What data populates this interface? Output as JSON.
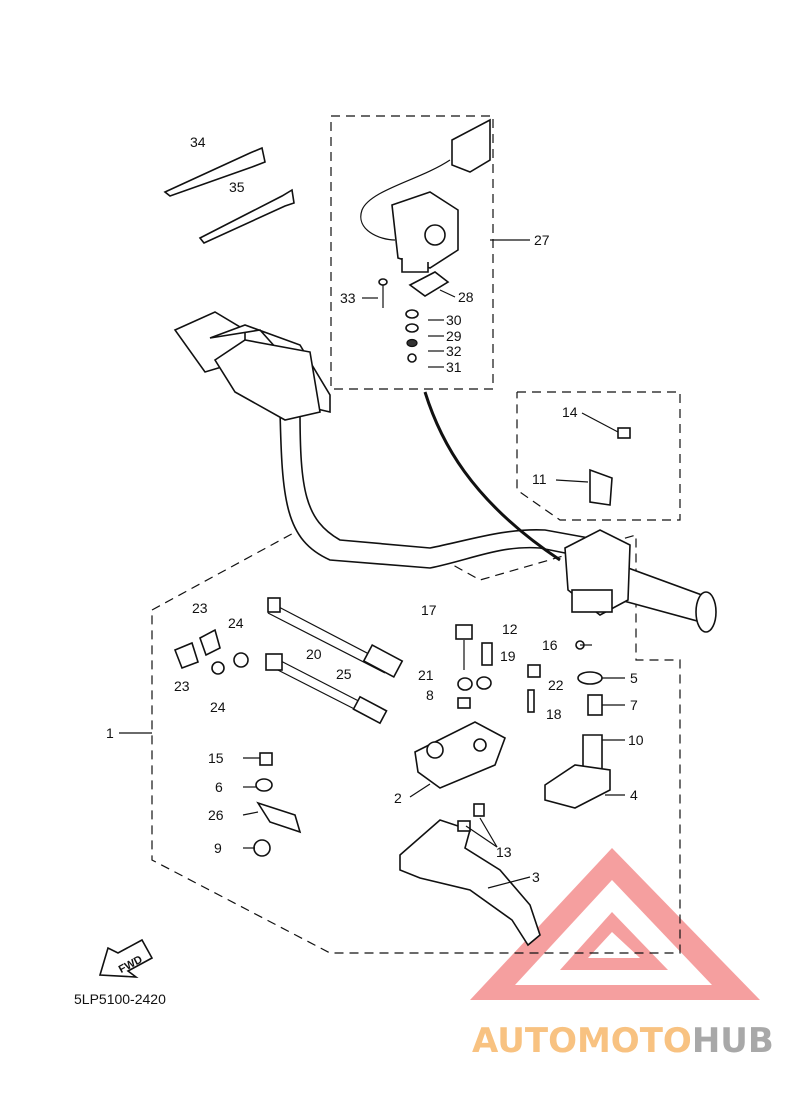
{
  "diagram": {
    "part_number_code": "5LP5100-2420",
    "fwd_label": "FWD",
    "watermark": {
      "part_a": "AUTOMOTO",
      "part_b": "HUB",
      "color_a": "#f7b86c",
      "color_b": "#9a9a9a",
      "triangle_color": "#f06a6a"
    },
    "callouts": [
      "1",
      "2",
      "3",
      "4",
      "5",
      "6",
      "7",
      "8",
      "9",
      "10",
      "11",
      "12",
      "13",
      "14",
      "15",
      "16",
      "17",
      "18",
      "19",
      "20",
      "21",
      "22",
      "23",
      "23",
      "24",
      "24",
      "25",
      "26",
      "27",
      "28",
      "29",
      "30",
      "31",
      "32",
      "33",
      "34",
      "35"
    ]
  }
}
